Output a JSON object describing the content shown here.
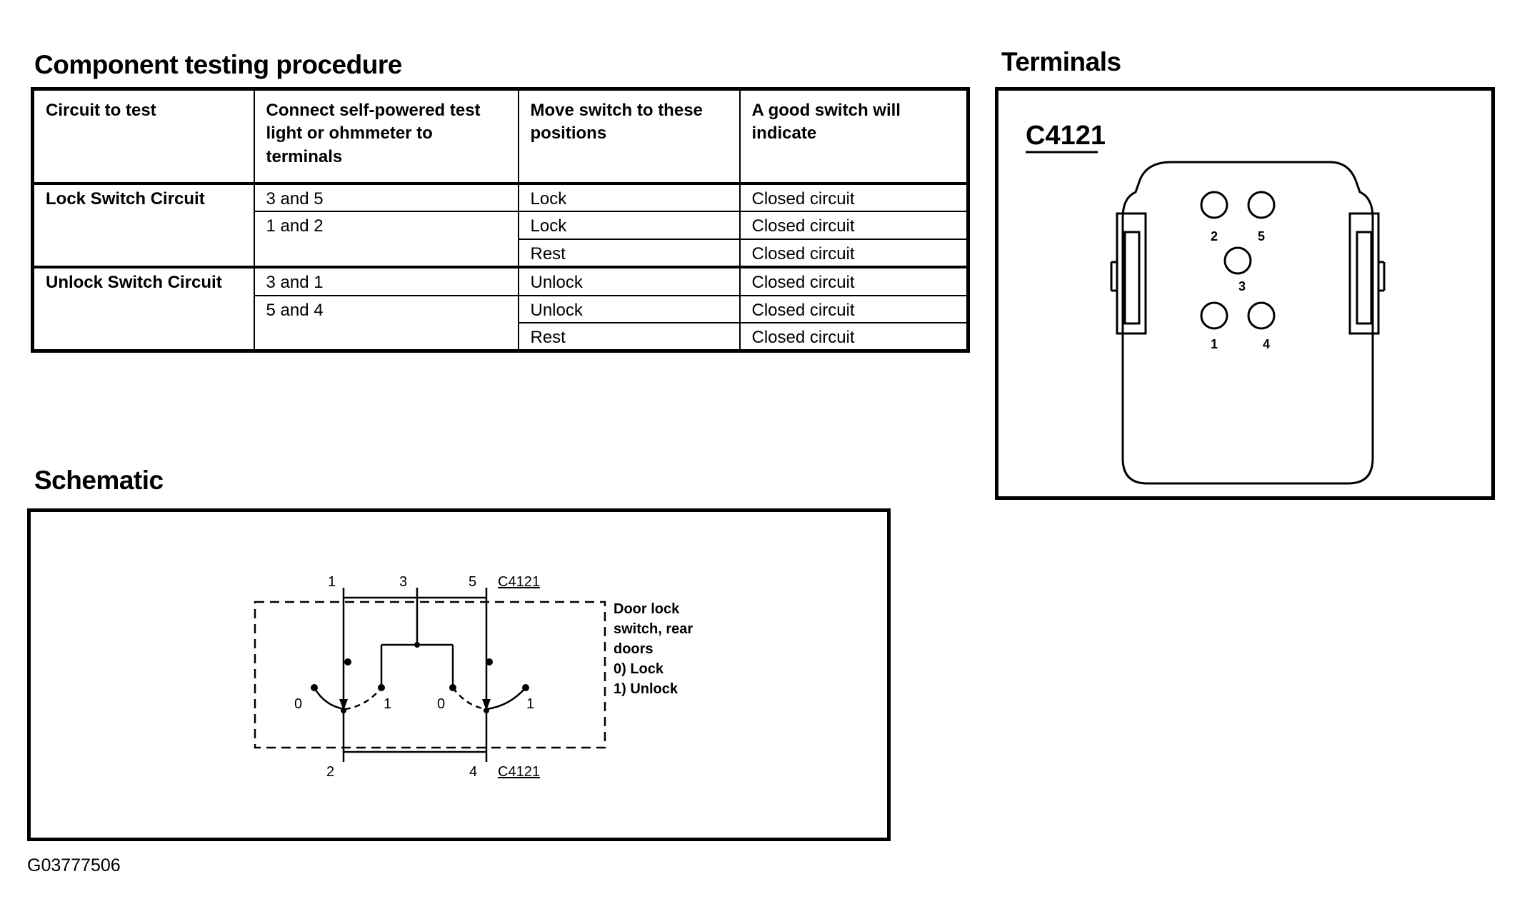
{
  "headings": {
    "procedure": "Component testing procedure",
    "terminals": "Terminals",
    "schematic": "Schematic"
  },
  "table": {
    "columns": [
      "Circuit to test",
      "Connect self-powered  test light or ohmmeter to terminals",
      "Move switch to these positions",
      "A good switch will indicate"
    ],
    "groups": [
      {
        "circuit": "Lock Switch Circuit",
        "rows": [
          {
            "terminals": "3 and 5",
            "position": "Lock",
            "result": "Closed circuit"
          },
          {
            "terminals": "1 and 2",
            "position": "Lock",
            "result": "Closed circuit"
          },
          {
            "terminals": "",
            "position": "Rest",
            "result": "Closed circuit"
          }
        ]
      },
      {
        "circuit": "Unlock Switch Circuit",
        "rows": [
          {
            "terminals": "3 and 1",
            "position": "Unlock",
            "result": "Closed circuit"
          },
          {
            "terminals": "5 and 4",
            "position": "Unlock",
            "result": "Closed circuit"
          },
          {
            "terminals": "",
            "position": "Rest",
            "result": "Closed circuit"
          }
        ]
      }
    ]
  },
  "terminals": {
    "connector": "C4121",
    "pins": [
      "2",
      "5",
      "3",
      "1",
      "4"
    ]
  },
  "schematic": {
    "top_pins": [
      "1",
      "3",
      "5"
    ],
    "bottom_pins": [
      "2",
      "4"
    ],
    "connector_top": "C4121",
    "connector_bottom": "C4121",
    "positions": [
      "0",
      "1",
      "0",
      "1"
    ],
    "legend": [
      "Door lock",
      "switch, rear",
      "doors",
      "0)  Lock",
      "1)  Unlock"
    ]
  },
  "figure_id": "G03777506"
}
